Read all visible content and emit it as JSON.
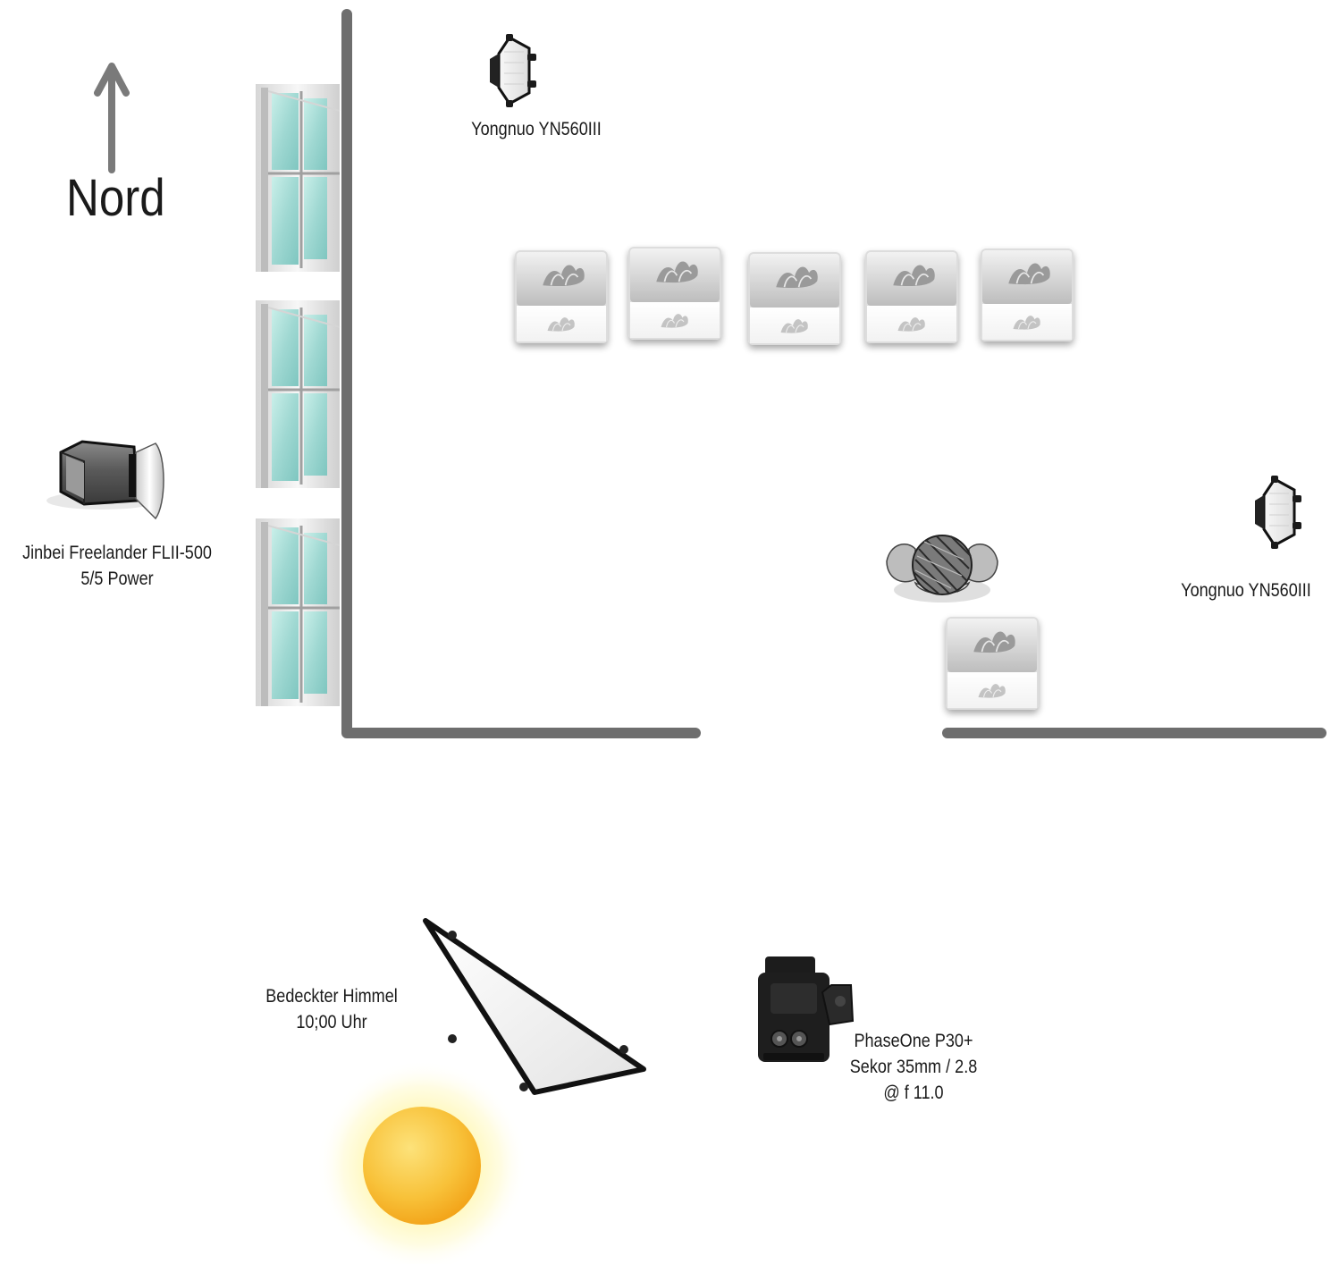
{
  "compass": {
    "label": "Nord"
  },
  "lights": {
    "top_speedlight": {
      "label": "Yongnuo YN560III"
    },
    "right_speedlight": {
      "label": "Yongnuo YN560III"
    },
    "strobe": {
      "line1": "Jinbei Freelander FLII-500",
      "line2": "5/5 Power"
    }
  },
  "sky": {
    "line1": "Bedeckter Himmel",
    "line2": "10;00 Uhr"
  },
  "camera": {
    "line1": "PhaseOne P30+",
    "line2": "Sekor 35mm / 2.8",
    "line3": "@ f 11.0"
  },
  "colors": {
    "wall": "#6e6e6e",
    "window_glass": "#9fd8d2",
    "sun_core": "#f7b21e",
    "sun_glow": "#fff3a8"
  }
}
